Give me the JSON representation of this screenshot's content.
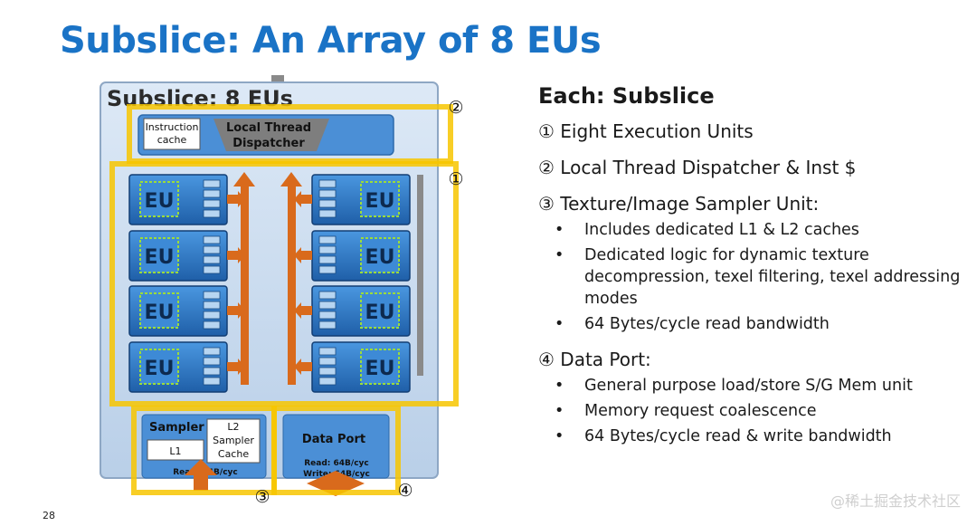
{
  "slide": {
    "title": "Subslice: An Array of 8 EUs",
    "page_number": "28",
    "watermark": "@稀土掘金技术社区"
  },
  "diagram": {
    "box_title": "Subslice: 8 EUs",
    "instruction_cache": [
      "Instruction",
      "cache"
    ],
    "dispatcher": [
      "Local Thread",
      "Dispatcher"
    ],
    "eu_label": "EU",
    "sampler": {
      "title": "Sampler",
      "l1": "L1",
      "l2": [
        "L2",
        "Sampler",
        "Cache"
      ],
      "read": "Read: 64B/cyc"
    },
    "dataport": {
      "title": "Data Port",
      "read": "Read: 64B/cyc",
      "write": "Write: 64B/cyc"
    },
    "markers": {
      "m1": "①",
      "m2": "②",
      "m3": "③",
      "m4": "④"
    }
  },
  "right": {
    "heading": "Each: Subslice",
    "item1": "① Eight Execution Units",
    "item2": "② Local Thread Dispatcher & Inst $",
    "item3": "③ Texture/Image Sampler Unit:",
    "item3_bullets": [
      "Includes dedicated L1 & L2 caches",
      "Dedicated logic for dynamic texture decompression, texel filtering, texel addressing modes",
      "64 Bytes/cycle read bandwidth"
    ],
    "item4": "④ Data Port:",
    "item4_bullets": [
      "General purpose load/store S/G Mem unit",
      "Memory request coalescence",
      "64 Bytes/cycle read & write bandwidth"
    ],
    "bullet_char": "•"
  },
  "colors": {
    "title": "#1a73c6",
    "highlight": "#f7c600",
    "eu_blue": "#2f7fd0",
    "arrow": "#d96a1c",
    "panel": "#cfe0f3"
  }
}
